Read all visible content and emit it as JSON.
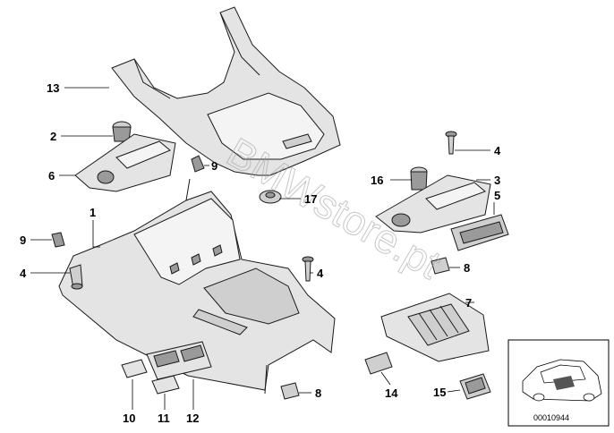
{
  "callouts": {
    "c1": "1",
    "c2": "2",
    "c3": "3",
    "c4a": "4",
    "c4b": "4",
    "c4c": "4",
    "c5": "5",
    "c6": "6",
    "c7": "7",
    "c8a": "8",
    "c8b": "8",
    "c9a": "9",
    "c9b": "9",
    "c10": "10",
    "c11": "11",
    "c12": "12",
    "c13": "13",
    "c14": "14",
    "c15": "15",
    "c16": "16",
    "c17": "17"
  },
  "watermark": "BMWstore.pt",
  "thumbnail": {
    "ref_number": "00010944",
    "icon": "car-silhouette-icon"
  },
  "colors": {
    "line": "#1a1a1a",
    "shade_light": "#e4e4e4",
    "shade_mid": "#cfcfcf",
    "shade_dark": "#9a9a9a",
    "background": "#ffffff"
  }
}
